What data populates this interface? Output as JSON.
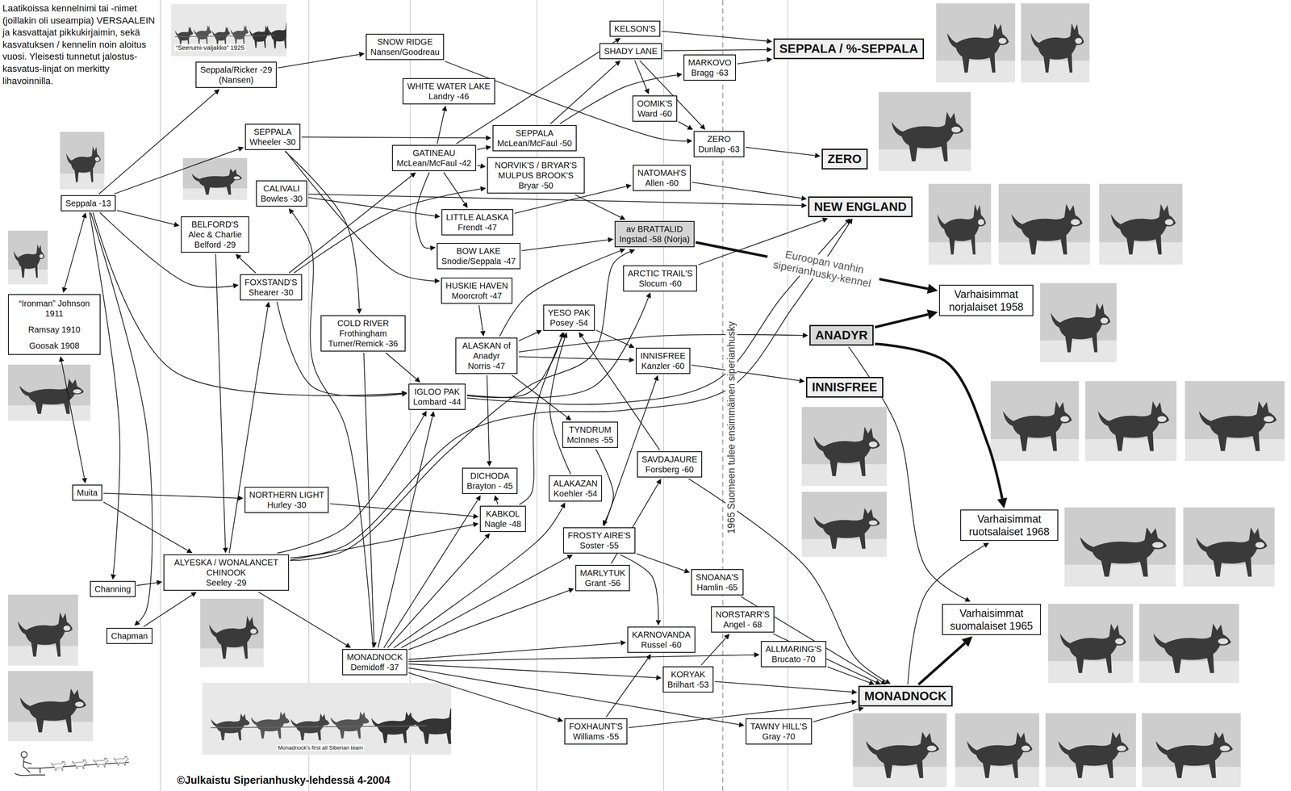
{
  "diagram": {
    "caption": "©Julkaistu Siperianhusky-lehdessä 4-2004",
    "nodes": [
      {
        "text": [
          "Seppala -13"
        ]
      },
      {
        "text": [
          "“Ironman” Johnson 1911",
          "Ramsay 1910",
          "Goosak 1908"
        ]
      },
      {
        "text": [
          "Muita"
        ]
      },
      {
        "text": [
          "Channing"
        ]
      },
      {
        "text": [
          "Chapman"
        ]
      },
      {
        "text": [
          "Seppala/Ricker -29",
          "(Nansen)"
        ]
      },
      {
        "text": [
          "SNOW RIDGE",
          "Nansen/Goodreau"
        ]
      },
      {
        "text": [
          "KELSON'S"
        ]
      },
      {
        "text": [
          "SHADY LANE"
        ]
      },
      {
        "text": [
          "MARKOVO",
          "Bragg -63"
        ]
      },
      {
        "text": [
          "SEPPALA / %-SEPPALA"
        ]
      },
      {
        "text": [
          "WHITE WATER LAKE",
          "Landry -46"
        ]
      },
      {
        "text": [
          "OOMIK'S",
          "Ward -60"
        ]
      },
      {
        "text": [
          "SEPPALA",
          "Wheeler -30"
        ]
      },
      {
        "text": [
          "SEPPALA",
          "McLean/McFaul -50"
        ]
      },
      {
        "text": [
          "ZERO",
          "Dunlap -63"
        ]
      },
      {
        "text": [
          "ZERO"
        ]
      },
      {
        "text": [
          "GATINEAU",
          "McLean/McFaul -42"
        ]
      },
      {
        "text": [
          "NORVIK'S / BRYAR'S MULPUS BROOK'S",
          "Bryar -50"
        ]
      },
      {
        "text": [
          "CALIVALI",
          "Bowles -30"
        ]
      },
      {
        "text": [
          "NATOMAH'S",
          "Allen -60"
        ]
      },
      {
        "text": [
          "NEW ENGLAND"
        ]
      },
      {
        "text": [
          "BELFORD'S",
          "Alec & Charlie Belford -29"
        ]
      },
      {
        "text": [
          "LITTLE ALASKA",
          "Frendt -47"
        ]
      },
      {
        "text": [
          "av BRATTALID",
          "Ingstad -58 (Norja)"
        ]
      },
      {
        "text": [
          "BOW LAKE",
          "Snodie/Seppala -47"
        ]
      },
      {
        "text": [
          "FOXSTAND'S",
          "Shearer -30"
        ]
      },
      {
        "text": [
          "ARCTIC TRAIL'S",
          "Slocum -60"
        ]
      },
      {
        "text": [
          "HUSKIE HAVEN",
          "Moorcroft -47"
        ]
      },
      {
        "text": [
          "Varhaisimmat norjalaiset 1958"
        ]
      },
      {
        "text": [
          "YESO PAK",
          "Posey -54"
        ]
      },
      {
        "text": [
          "COLD RIVER",
          "Frothingham Turner/Remick -36"
        ]
      },
      {
        "text": [
          "ANADYR"
        ]
      },
      {
        "text": [
          "ALASKAN of Anadyr",
          "Norris -47"
        ]
      },
      {
        "text": [
          "INNISFREE",
          "Kanzler -60"
        ]
      },
      {
        "text": [
          "INNISFREE"
        ]
      },
      {
        "text": [
          "IGLOO PAK",
          "Lombard -44"
        ]
      },
      {
        "text": [
          "TYNDRUM",
          "McInnes -55"
        ]
      },
      {
        "text": [
          "SAVDAJAURE",
          "Forsberg -60"
        ]
      },
      {
        "text": [
          "DICHODA",
          "Brayton - 45"
        ]
      },
      {
        "text": [
          "ALAKAZAN",
          "Koehler -54"
        ]
      },
      {
        "text": [
          "NORTHERN LIGHT",
          "Hurley -30"
        ]
      },
      {
        "text": [
          "KABKOL",
          "Nagle -48"
        ]
      },
      {
        "text": [
          "Varhaisimmat ruotsalaiset 1968"
        ]
      },
      {
        "text": [
          "FROSTY AIRE'S",
          "Soster -55"
        ]
      },
      {
        "text": [
          "ALYESKA / WONALANCET CHINOOK",
          "Seeley -29"
        ]
      },
      {
        "text": [
          "MARLYTUK",
          "Grant -56"
        ]
      },
      {
        "text": [
          "SNOANA'S",
          "Hamlin -65"
        ]
      },
      {
        "text": [
          "Varhaisimmat suomalaiset 1965"
        ]
      },
      {
        "text": [
          "NORSTARR'S",
          "Angel - 68"
        ]
      },
      {
        "text": [
          "KARNOVANDA",
          "Russel -60"
        ]
      },
      {
        "text": [
          "MONADNOCK",
          "Demidoff -37"
        ]
      },
      {
        "text": [
          "ALLMARING'S",
          "Brucato -70"
        ]
      },
      {
        "text": [
          "KORYAK",
          "Brilhart -53"
        ]
      },
      {
        "text": [
          "MONADNOCK"
        ]
      },
      {
        "text": [
          "FOXHAUNT'S",
          "Williams -55"
        ]
      },
      {
        "text": [
          "TAWNY HILL'S",
          "Gray -70"
        ]
      }
    ],
    "edges": [
      {
        "from": 0,
        "to": 5,
        "arrow": "to"
      },
      {
        "from": 0,
        "to": 13,
        "arrow": "to"
      },
      {
        "from": 0,
        "to": 22,
        "arrow": "to"
      },
      {
        "from": 0,
        "to": 26,
        "arrow": "to"
      },
      {
        "from": 0,
        "to": 36,
        "arrow": "to"
      },
      {
        "from": 0,
        "to": 3,
        "arrow": "to"
      },
      {
        "from": 0,
        "to": 4,
        "arrow": "to"
      },
      {
        "from": 0,
        "to": 1,
        "arrow": "both"
      },
      {
        "from": 1,
        "to": 2,
        "arrow": "both"
      },
      {
        "from": 2,
        "to": 41,
        "arrow": "to"
      },
      {
        "from": 2,
        "to": 45,
        "arrow": "to"
      },
      {
        "from": 41,
        "to": 42,
        "arrow": "to"
      },
      {
        "from": 3,
        "to": 45,
        "arrow": "to"
      },
      {
        "from": 4,
        "to": 45,
        "arrow": "to"
      },
      {
        "from": 5,
        "to": 6,
        "arrow": "to"
      },
      {
        "from": 6,
        "to": 15,
        "arrow": "to"
      },
      {
        "from": 13,
        "to": 14,
        "arrow": "to"
      },
      {
        "from": 13,
        "to": 28,
        "arrow": "to"
      },
      {
        "from": 13,
        "to": 31,
        "arrow": "to"
      },
      {
        "from": 22,
        "to": 45,
        "arrow": "to"
      },
      {
        "from": 45,
        "to": 26,
        "arrow": "to"
      },
      {
        "from": 26,
        "to": 22,
        "arrow": "to"
      },
      {
        "from": 26,
        "to": 17,
        "arrow": "to"
      },
      {
        "from": 26,
        "to": 18,
        "arrow": "to"
      },
      {
        "from": 26,
        "to": 36,
        "arrow": "to"
      },
      {
        "from": 17,
        "to": 11,
        "arrow": "to"
      },
      {
        "from": 17,
        "to": 7,
        "arrow": "to"
      },
      {
        "from": 17,
        "to": 14,
        "arrow": "to"
      },
      {
        "from": 17,
        "to": 23,
        "arrow": "to"
      },
      {
        "from": 17,
        "to": 25,
        "arrow": "to"
      },
      {
        "from": 17,
        "to": 18,
        "arrow": "to"
      },
      {
        "from": 14,
        "to": 8,
        "arrow": "to"
      },
      {
        "from": 14,
        "to": 9,
        "arrow": "to"
      },
      {
        "from": 8,
        "to": 10,
        "arrow": "to"
      },
      {
        "from": 8,
        "to": 12,
        "arrow": "to"
      },
      {
        "from": 8,
        "to": 15,
        "arrow": "to"
      },
      {
        "from": 7,
        "to": 10,
        "arrow": "to"
      },
      {
        "from": 9,
        "to": 10,
        "arrow": "to"
      },
      {
        "from": 12,
        "to": 15,
        "arrow": "to"
      },
      {
        "from": 15,
        "to": 16,
        "arrow": "to"
      },
      {
        "from": 18,
        "to": 24,
        "arrow": "to"
      },
      {
        "from": 20,
        "to": 21,
        "arrow": "to"
      },
      {
        "from": 23,
        "to": 20,
        "arrow": "to"
      },
      {
        "from": 19,
        "to": 21,
        "arrow": "to"
      },
      {
        "from": 19,
        "to": 23,
        "arrow": "to"
      },
      {
        "from": 25,
        "to": 24,
        "arrow": "to"
      },
      {
        "from": 24,
        "to": 29,
        "arrow": "to",
        "label": "Euroopan vanhin siperianhusky-kennel"
      },
      {
        "from": 27,
        "to": 21,
        "arrow": "to"
      },
      {
        "from": 28,
        "to": 33,
        "arrow": "to"
      },
      {
        "from": 33,
        "to": 24,
        "arrow": "to"
      },
      {
        "from": 33,
        "to": 30,
        "arrow": "to"
      },
      {
        "from": 33,
        "to": 32,
        "arrow": "to"
      },
      {
        "from": 33,
        "to": 34,
        "arrow": "to"
      },
      {
        "from": 33,
        "to": 37,
        "arrow": "to"
      },
      {
        "from": 33,
        "to": 39,
        "arrow": "to"
      },
      {
        "from": 36,
        "to": 27,
        "arrow": "to"
      },
      {
        "from": 36,
        "to": 21,
        "arrow": "to"
      },
      {
        "from": 36,
        "to": 30,
        "arrow": "to"
      },
      {
        "from": 31,
        "to": 36,
        "arrow": "to"
      },
      {
        "from": 30,
        "to": 34,
        "arrow": "to"
      },
      {
        "from": 34,
        "to": 35,
        "arrow": "to"
      },
      {
        "from": 32,
        "to": 29,
        "arrow": "to"
      },
      {
        "from": 32,
        "to": 43,
        "arrow": "to"
      },
      {
        "from": 32,
        "to": 48,
        "arrow": "to"
      },
      {
        "from": 54,
        "to": 43,
        "arrow": "to"
      },
      {
        "from": 54,
        "to": 48,
        "arrow": "to"
      },
      {
        "from": 37,
        "to": 44,
        "arrow": "to"
      },
      {
        "from": 40,
        "to": 30,
        "arrow": "to"
      },
      {
        "from": 42,
        "to": 39,
        "arrow": "to"
      },
      {
        "from": 42,
        "to": 30,
        "arrow": "to"
      },
      {
        "from": 44,
        "to": 34,
        "arrow": "to"
      },
      {
        "from": 44,
        "to": 47,
        "arrow": "to"
      },
      {
        "from": 44,
        "to": 50,
        "arrow": "to"
      },
      {
        "from": 46,
        "to": 38,
        "arrow": "to"
      },
      {
        "from": 38,
        "to": 30,
        "arrow": "to"
      },
      {
        "from": 38,
        "to": 54,
        "arrow": "to"
      },
      {
        "from": 45,
        "to": 36,
        "arrow": "to"
      },
      {
        "from": 45,
        "to": 21,
        "arrow": "to"
      },
      {
        "from": 45,
        "to": 24,
        "arrow": "to"
      },
      {
        "from": 45,
        "to": 42,
        "arrow": "to"
      },
      {
        "from": 45,
        "to": 51,
        "arrow": "to"
      },
      {
        "from": 31,
        "to": 51,
        "arrow": "to"
      },
      {
        "from": 51,
        "to": 36,
        "arrow": "to"
      },
      {
        "from": 51,
        "to": 19,
        "arrow": "to"
      },
      {
        "from": 51,
        "to": 39,
        "arrow": "to"
      },
      {
        "from": 51,
        "to": 42,
        "arrow": "to"
      },
      {
        "from": 51,
        "to": 40,
        "arrow": "to"
      },
      {
        "from": 51,
        "to": 44,
        "arrow": "to"
      },
      {
        "from": 51,
        "to": 46,
        "arrow": "to"
      },
      {
        "from": 51,
        "to": 50,
        "arrow": "to"
      },
      {
        "from": 51,
        "to": 52,
        "arrow": "to"
      },
      {
        "from": 51,
        "to": 53,
        "arrow": "to"
      },
      {
        "from": 51,
        "to": 55,
        "arrow": "to"
      },
      {
        "from": 51,
        "to": 56,
        "arrow": "to"
      },
      {
        "from": 55,
        "to": 50,
        "arrow": "to"
      },
      {
        "from": 55,
        "to": 54,
        "arrow": "to"
      },
      {
        "from": 53,
        "to": 49,
        "arrow": "to"
      },
      {
        "from": 53,
        "to": 54,
        "arrow": "to"
      },
      {
        "from": 49,
        "to": 54,
        "arrow": "to"
      },
      {
        "from": 47,
        "to": 54,
        "arrow": "to"
      },
      {
        "from": 52,
        "to": 54,
        "arrow": "to"
      },
      {
        "from": 56,
        "to": 54,
        "arrow": "to"
      }
    ],
    "labels": [
      "Laatikoissa kennelnimi tai -nimet (joillakin oli useampia) VERSAALEIN ja kasvattajat pikkukirjaimin, sekä kasvatuksen / kennelin noin aloitus vuosi. Yleisesti tunnetut jalostus-kasvatus-linjat on merkitty lihavoinnilla.",
      "“Seerumi-valjakko” 1925",
      "1965 Suomeen tulee ensimmäinen siperianhusky",
      "Monadnock's first all Siberian team"
    ]
  }
}
